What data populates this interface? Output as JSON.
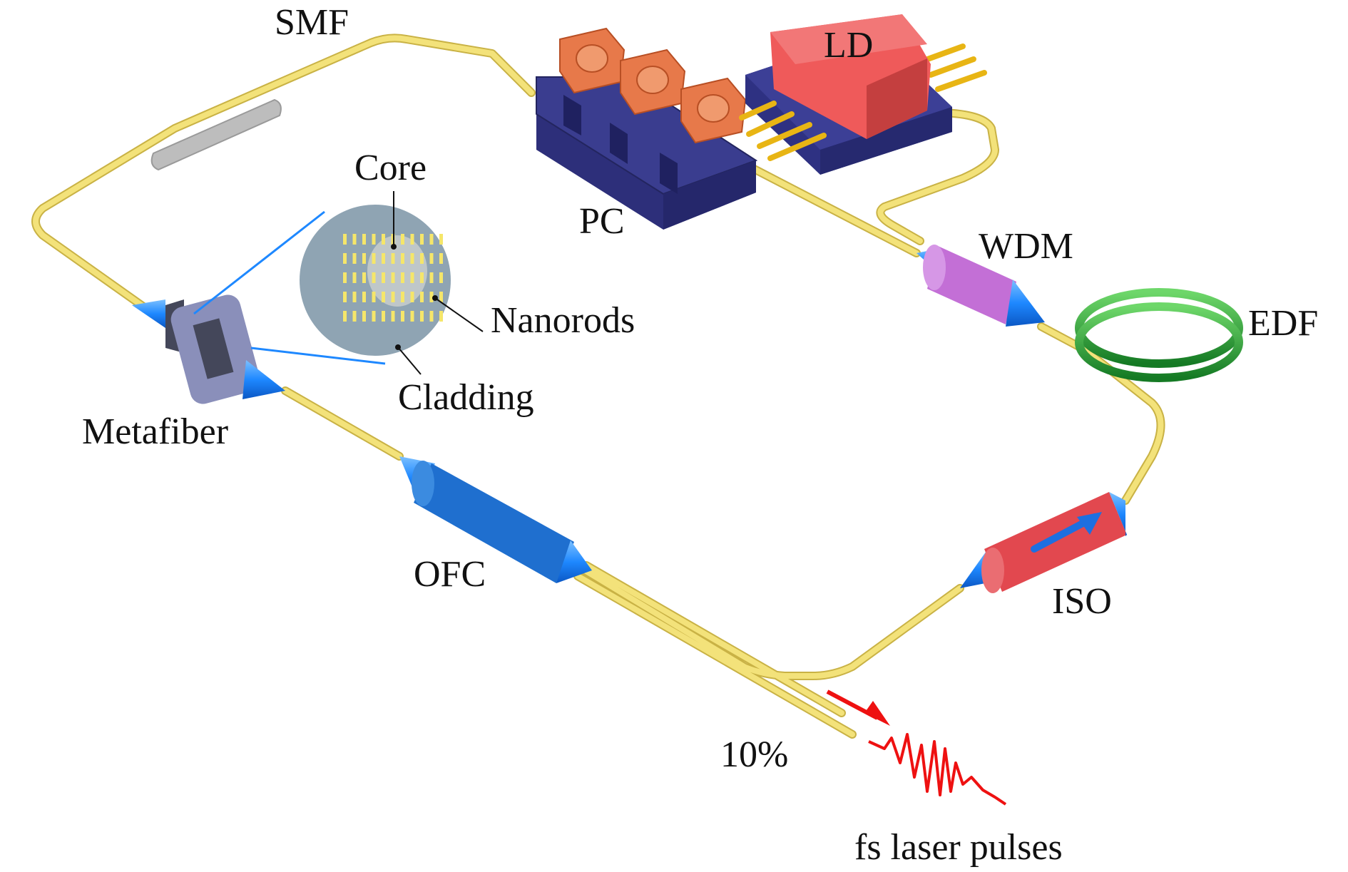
{
  "labels": {
    "smf": "SMF",
    "ld": "LD",
    "pc": "PC",
    "wdm": "WDM",
    "edf": "EDF",
    "iso": "ISO",
    "ofc": "OFC",
    "metafiber": "Metafiber",
    "core": "Core",
    "nanorods": "Nanorods",
    "cladding": "Cladding",
    "output_ratio": "10%",
    "output": "fs laser pulses"
  },
  "colors": {
    "fiber": "#f3e27a",
    "fiber_edge": "#c9b245",
    "connector": "#1e88ff",
    "pc_base": "#3a3d8f",
    "pc_paddle": "#e7794a",
    "ld_body": "#ef5a5a",
    "ld_base": "#3c3f96",
    "pin": "#e8b514",
    "wdm": "#c36fd6",
    "edf": "#1f9a2e",
    "iso": "#e2484f",
    "ofc": "#1f6fcf",
    "smf_sleeve": "#bdbdbd",
    "cross_section": "#8fa4b3",
    "nanorod": "#f5e66a",
    "pulse": "#ee1111"
  }
}
